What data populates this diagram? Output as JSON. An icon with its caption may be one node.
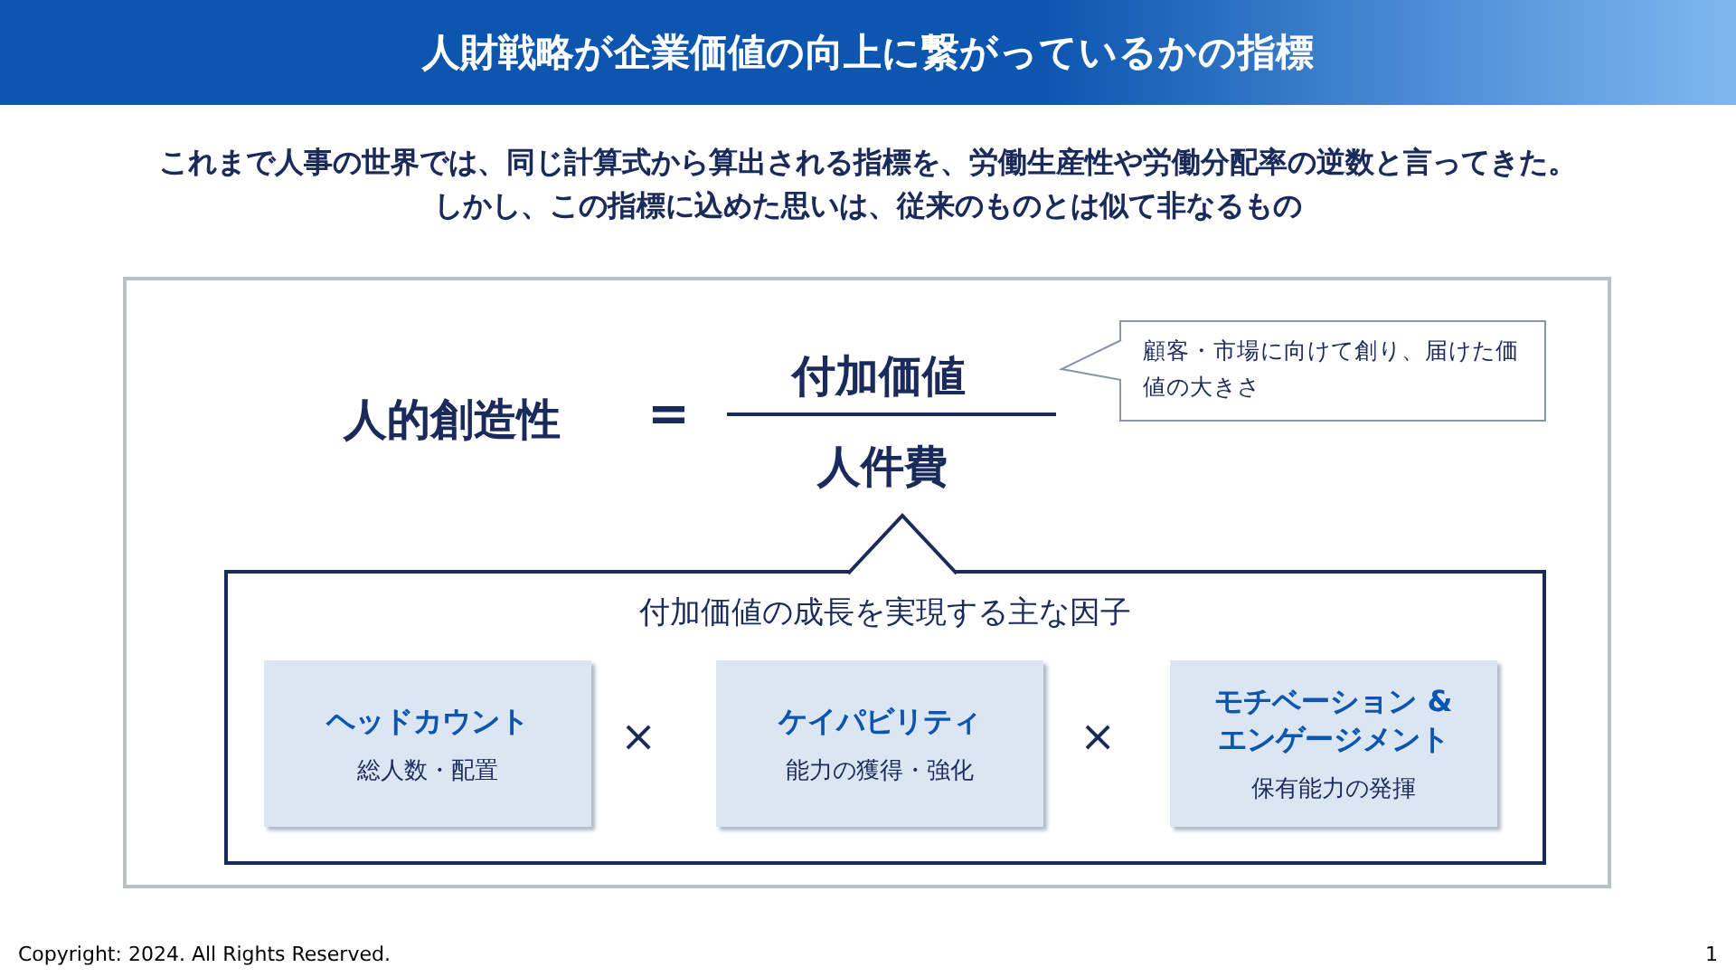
{
  "diagram": {
    "title": "人財戦略が企業価値の向上に繋がっているかの指標",
    "nodes": [
      {
        "text": [],
        "shape": "box"
      },
      {
        "text": [
          "顧客・市場に向けて創り、届けた価値の大きさ"
        ],
        "in": 0
      },
      {
        "text": [
          "付加価値の成長を実現する主な因子"
        ],
        "in": 0
      },
      {
        "text": [
          "ヘッドカウント",
          "総人数・配置"
        ],
        "in": 2
      },
      {
        "text": [
          "ケイパビリティ",
          "能力の獲得・強化"
        ],
        "in": 2
      },
      {
        "text": [
          "モチベーション & エンゲージメント",
          "保有能力の発揮"
        ],
        "in": 2
      }
    ],
    "edges": [],
    "labels": [
      "これまで人事の世界では、同じ計算式から算出される指標を、労働生産性や労働分配率の逆数と言ってきた。",
      "しかし、この指標に込めた思いは、従来のものとは似て非なるもの",
      "人的創造性",
      "=",
      "付加価値",
      "人件費",
      "×",
      "×",
      "Copyright: 2024. All Rights Reserved.",
      "1"
    ]
  }
}
